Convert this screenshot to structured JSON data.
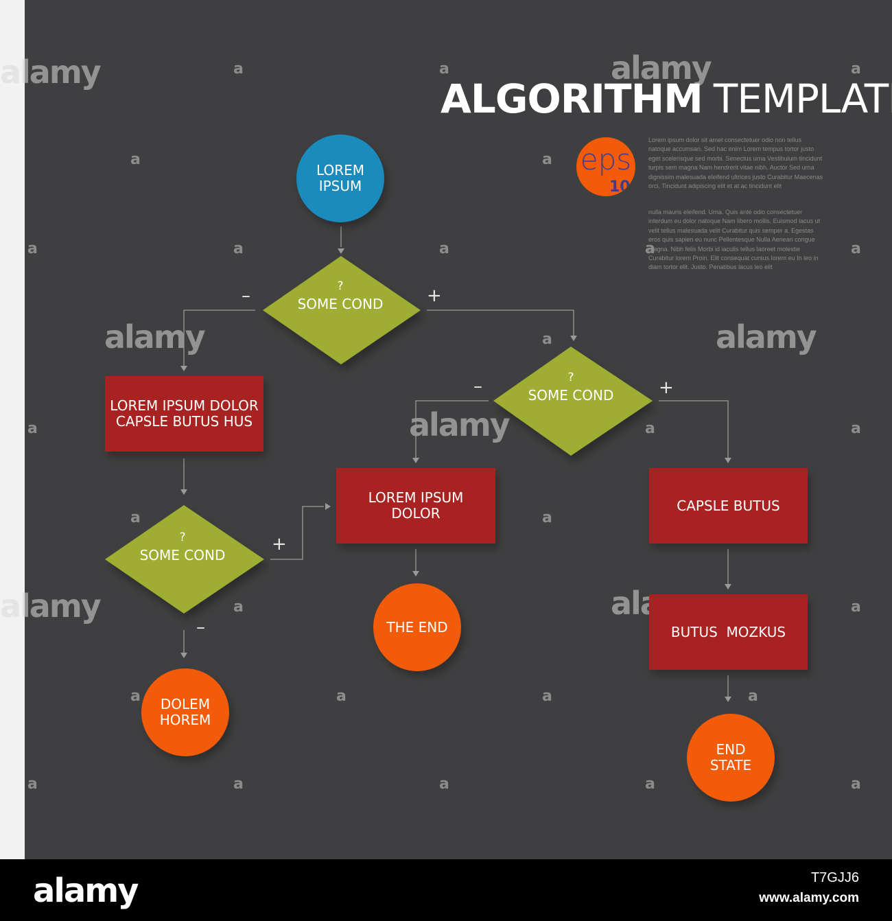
{
  "title": {
    "bold": "ALGORITHM",
    "light": "TEMPLATE"
  },
  "badge": {
    "text": "eps",
    "number": "10"
  },
  "description": {
    "p1": "Lorem ipsum dolor sit amet consectetuer odio non tellus natoque accumsan. Sed hac enim Lorem tempus tortor justo eget scelerisque sed morbi. Senectus urna Vestibulum tincidunt turpis sem magna Nam hendrerit vitae nibh. Auctor Sed urna dignissim malesuada eleifend ultrices justo Curabitur Maecenas orci. Tincidunt adipiscing elit et at ac tincidunt elit",
    "p2": "nulla mauris eleifend. Urna. Quis ante odio consectetuer interdum eu dolor natoque Nam libero mollis. Euismod lacus ut velit tellus malesuada velit Curabitur quis semper a. Egestas eros quis sapien eu nunc Pellentesque Nulla Aenean congue magna. Nibh felis Morbi id iaculis tellus laoreet molestie Curabitur lorem Proin. Elit consequat cursus lorem eu In leo in diam tortor elit. Justo. Penatibus lacus leo elit"
  },
  "nodes": {
    "start": "LOREM\nIPSUM",
    "cond1": {
      "q": "?",
      "label": "SOME COND"
    },
    "cond2": {
      "q": "?",
      "label": "SOME COND"
    },
    "cond3": {
      "q": "?",
      "label": "SOME COND"
    },
    "proc1": "LOREM IPSUM DOLOR\nCAPSLE BUTUS HUS",
    "proc2": "LOREM IPSUM\nDOLOR",
    "proc3": "CAPSLE BUTUS",
    "proc4": "BUTUS  MOZKUS",
    "end1": "DOLEM\nHOREM",
    "end2": "THE END",
    "end3": "END\nSTATE"
  },
  "signs": {
    "minus": "–",
    "plus": "+"
  },
  "watermark": {
    "word": "alamy",
    "letter": "a"
  },
  "footer": {
    "logo": "alamy",
    "image_id": "T7GJJ6",
    "site": "www.alamy.com"
  },
  "colors": {
    "background": "#3f3f41",
    "start": "#1b8bbd",
    "decision": "#9fae33",
    "process": "#a82222",
    "terminal": "#f25b0a",
    "connector": "#9a9a9a"
  }
}
